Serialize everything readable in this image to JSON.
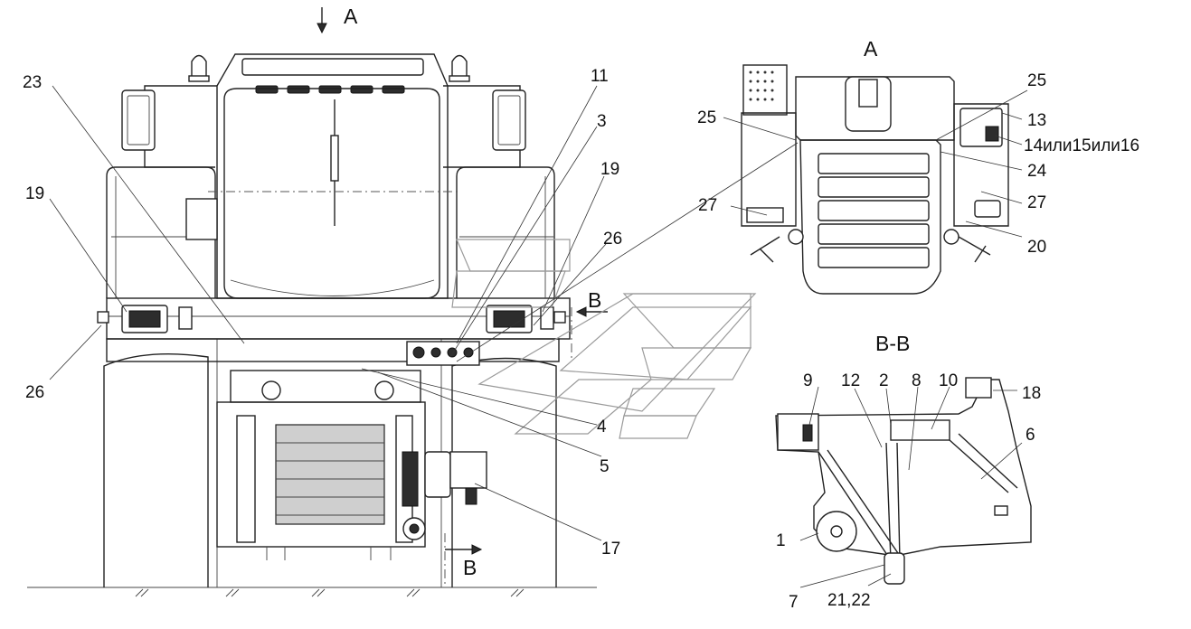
{
  "titles": {
    "view_a_arrow": "A",
    "view_a": "A",
    "section_bb": "B-B",
    "section_mark_top": "B",
    "section_mark_bottom": "B"
  },
  "callouts_main": {
    "c23": "23",
    "c19_left": "19",
    "c26_left": "26",
    "c11": "11",
    "c3": "3",
    "c19_right": "19",
    "c26_right": "26",
    "c4": "4",
    "c5": "5",
    "c17": "17"
  },
  "callouts_view_a": {
    "c25_left": "25",
    "c25_right": "25",
    "c13": "13",
    "c14": "14или15или16",
    "c24": "24",
    "c27_left": "27",
    "c27_right": "27",
    "c20": "20"
  },
  "callouts_section_bb": {
    "c9": "9",
    "c12": "12",
    "c2": "2",
    "c8": "8",
    "c10": "10",
    "c18": "18",
    "c6": "6",
    "c1": "1",
    "c7": "7",
    "c21_22": "21,22"
  }
}
